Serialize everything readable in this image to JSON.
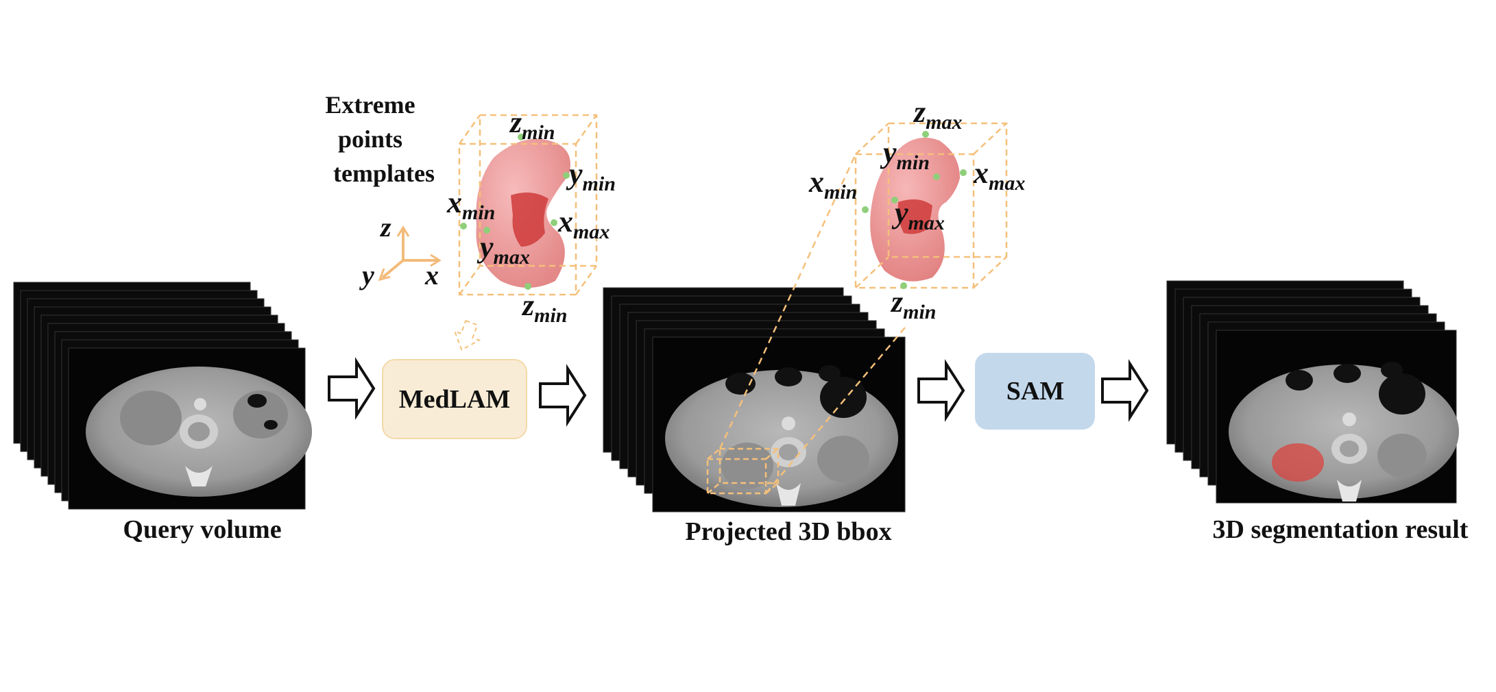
{
  "captions": {
    "query": "Query volume",
    "projected": "Projected 3D bbox",
    "result": "3D segmentation result",
    "templates_line1": "Extreme",
    "templates_line2": "points",
    "templates_line3": "templates"
  },
  "modules": {
    "medlam": "MedLAM",
    "sam": "SAM"
  },
  "axes": {
    "x": "x",
    "y": "y",
    "z": "z"
  },
  "extreme_points": {
    "x": "x",
    "y": "y",
    "z": "z",
    "min": "min",
    "max": "max"
  },
  "colors": {
    "medlam_fill": "#f9ecd6",
    "medlam_stroke": "#f3d9a8",
    "sam_fill": "#c4d8ec",
    "bbox_dash": "#f5c07a",
    "kidney": "#e98a8a",
    "kidney_dark": "#cf3b3b",
    "point": "#8fcf7a",
    "seg_overlay": "#d8443f"
  }
}
